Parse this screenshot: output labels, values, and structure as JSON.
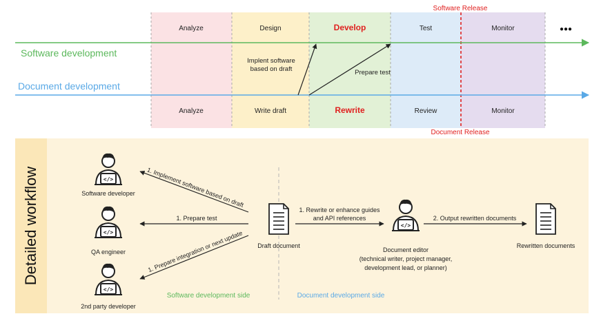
{
  "timeline": {
    "software_release_label": "Software Release",
    "document_release_label": "Document Release",
    "software_track_label": "Software development",
    "document_track_label": "Document development",
    "more_label": "●●●",
    "phases": [
      {
        "top": "Analyze",
        "bottom": "Analyze",
        "color": "#fbe2e4"
      },
      {
        "top": "Design",
        "bottom": "Write draft",
        "color": "#fdf0c9"
      },
      {
        "top": "Develop",
        "bottom": "Rewrite",
        "color": "#e2f1d6"
      },
      {
        "top": "Test",
        "bottom": "Review",
        "color": "#ddebf8"
      },
      {
        "top": "Monitor",
        "bottom": "Monitor",
        "color": "#e5dcef"
      }
    ],
    "annotations": {
      "implement_line1": "Implent software",
      "implement_line2": "based on draft",
      "prepare_test": "Prepare test"
    },
    "colors": {
      "software_line": "#5cb85c",
      "document_line": "#5aa9e6",
      "release": "#e0201f",
      "develop_highlight": "#e0201f"
    }
  },
  "workflow": {
    "side_title": "Detailed workflow",
    "software_side_label": "Software development side",
    "document_side_label": "Document development side",
    "actors": {
      "software_developer": "Software developer",
      "qa_engineer": "QA engineer",
      "second_party_developer": "2nd party developer",
      "document_editor": "Document editor",
      "document_editor_roles_line1": "(technical writer, project manager,",
      "document_editor_roles_line2": "development lead, or planner)"
    },
    "documents": {
      "draft": "Draft document",
      "rewritten": "Rewritten documents"
    },
    "arrows": {
      "implement": "1. Implement software based on draft",
      "prepare_test": "1. Prepare test",
      "prepare_integration": "1. Prepare integration or next update",
      "rewrite_line1": "1. Rewrite or enhance guides",
      "rewrite_line2": "and API references",
      "output": "2. Output rewritten documents"
    },
    "colors": {
      "panel_bg": "#fdf3dc",
      "title_bg": "#fbe7b8",
      "software_side": "#5cb85c",
      "document_side": "#5aa9e6"
    }
  }
}
